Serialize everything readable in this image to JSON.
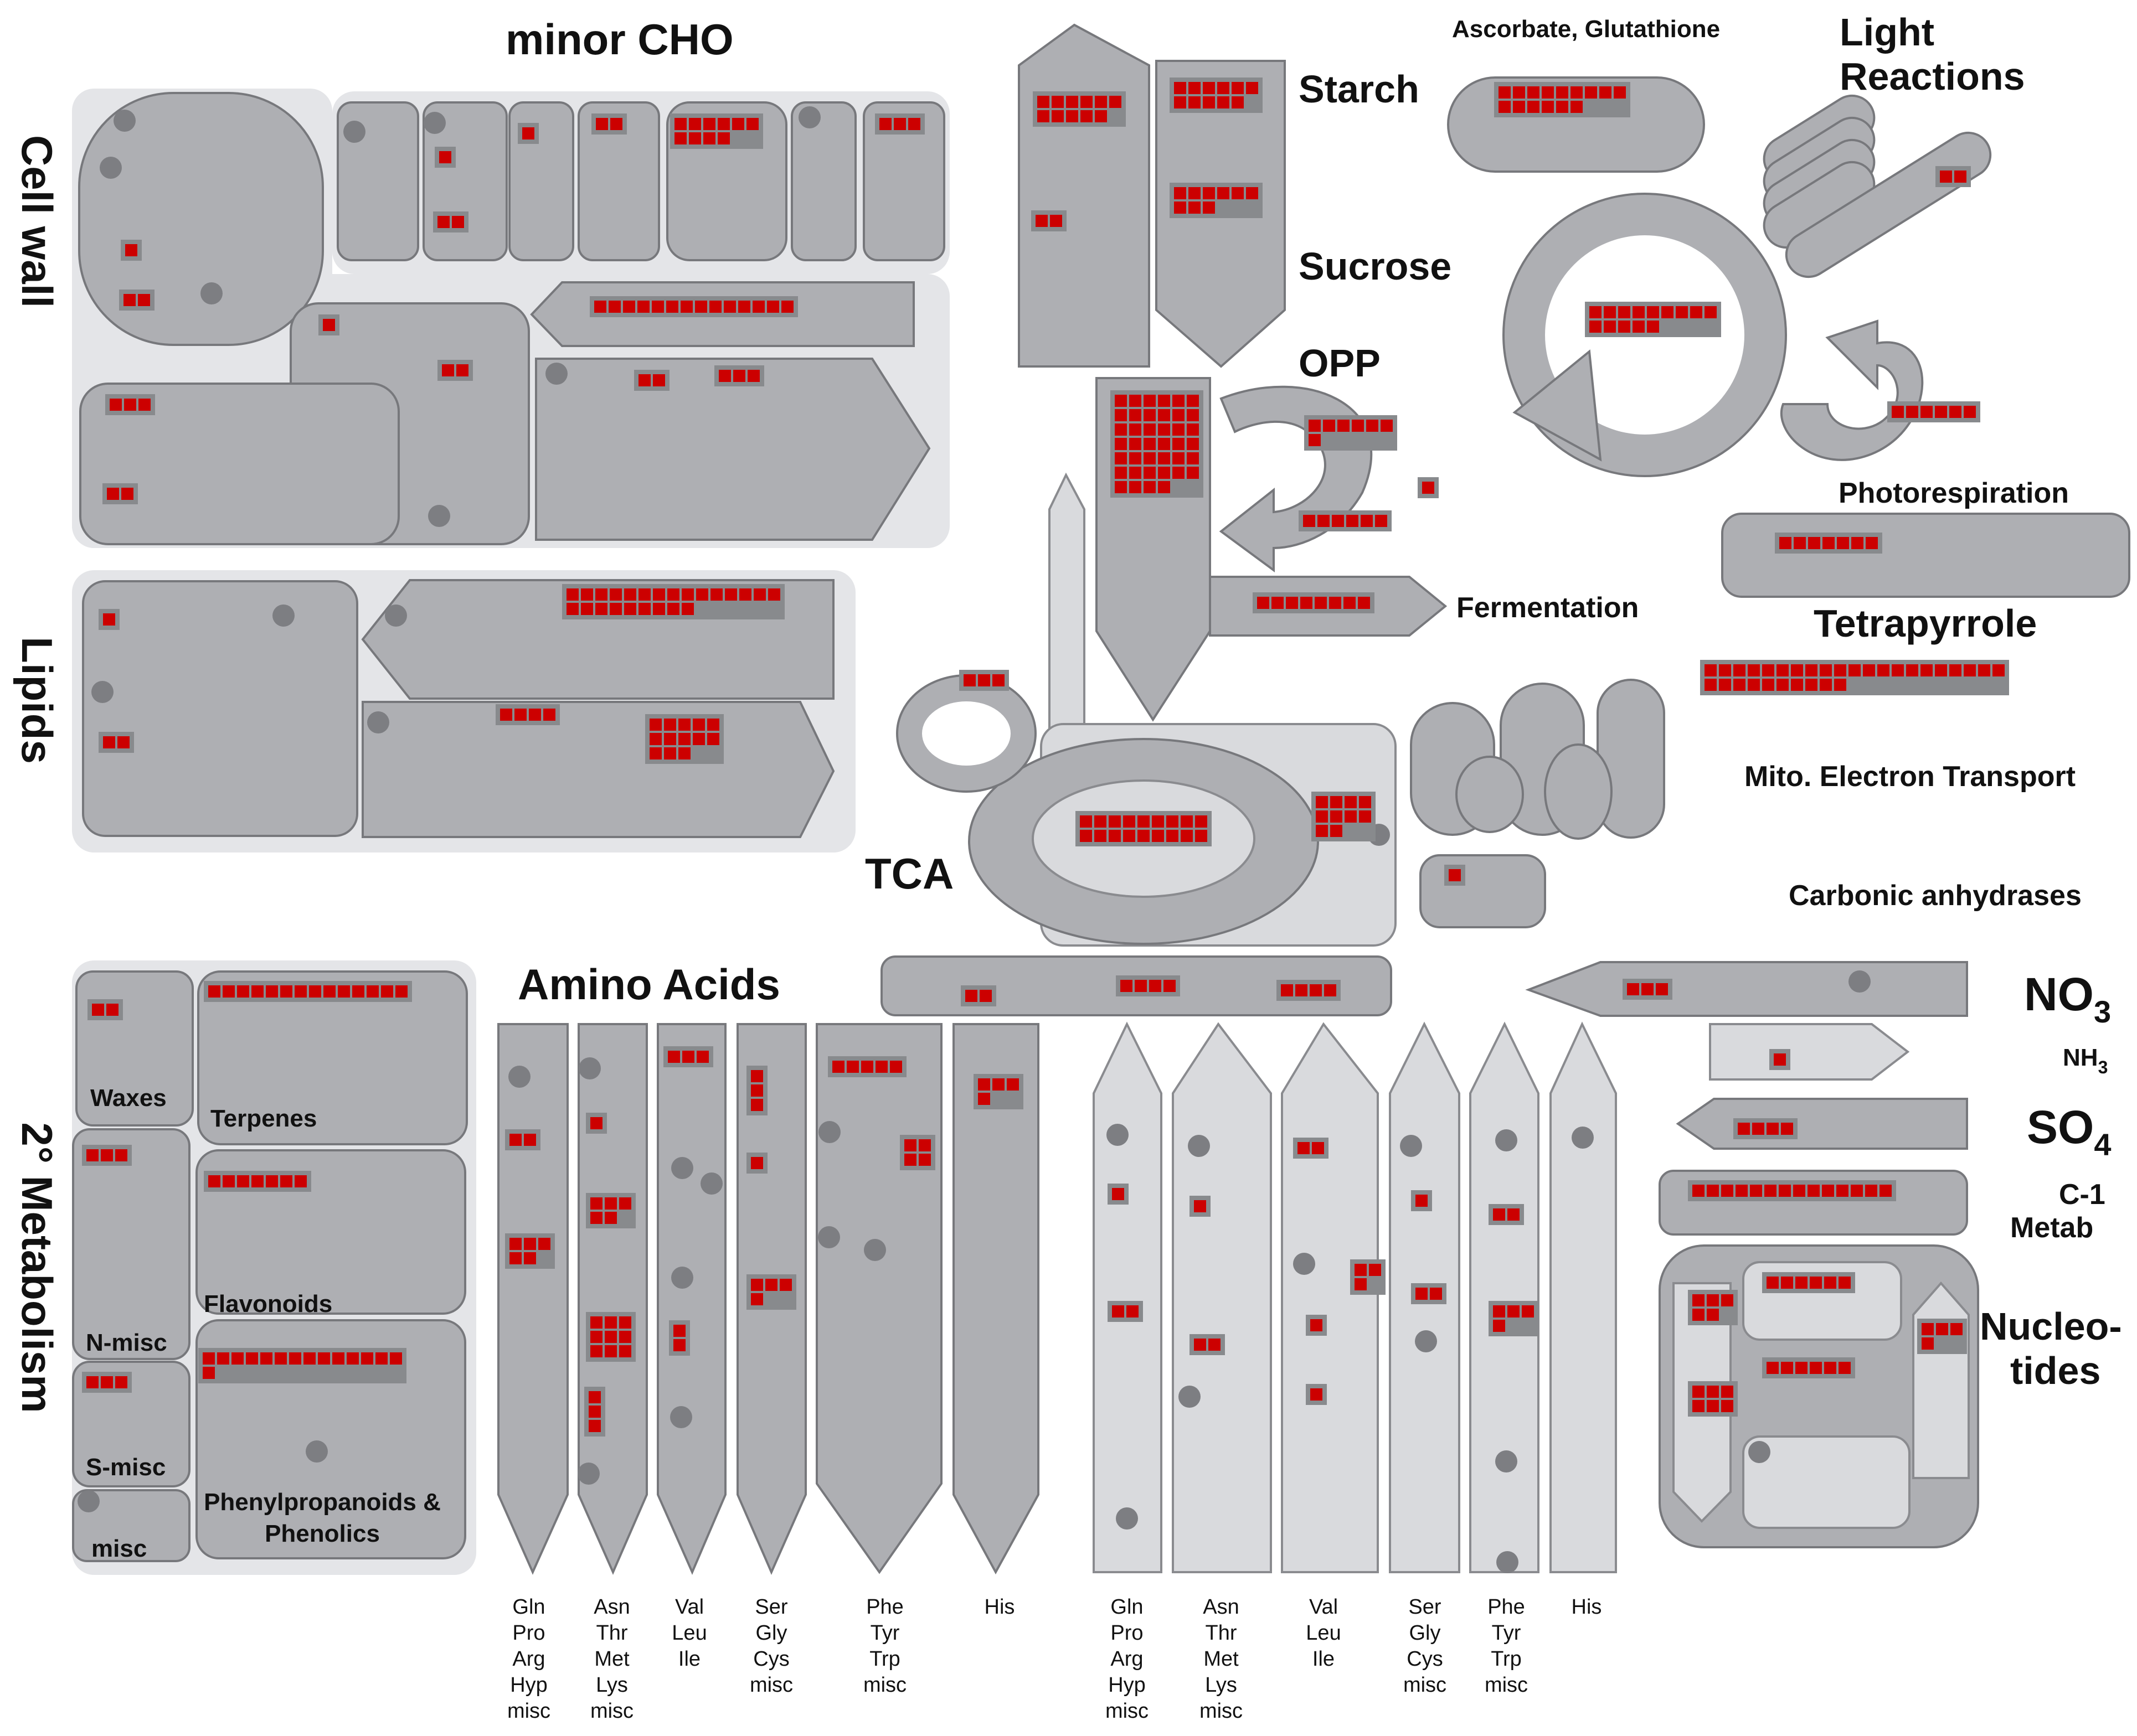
{
  "labels": {
    "minor_cho": "minor CHO",
    "cell_wall": "Cell wall",
    "lipids": "Lipids",
    "secondary_metabolism": "2° Metabolism",
    "starch": "Starch",
    "sucrose": "Sucrose",
    "opp": "OPP",
    "ascorbate": "Ascorbate, Glutathione",
    "light_reactions_1": "Light",
    "light_reactions_2": "Reactions",
    "photorespiration": "Photorespiration",
    "fermentation": "Fermentation",
    "tetrapyrrole": "Tetrapyrrole",
    "mito_electron_transport": "Mito. Electron Transport",
    "tca": "TCA",
    "carbonic_anhydrases": "Carbonic anhydrases",
    "amino_acids": "Amino Acids",
    "no3": "NO",
    "no3_sub": "3",
    "nh3": "NH",
    "nh3_sub": "3",
    "so4": "SO",
    "so4_sub": "4",
    "c1_metab_1": "C-1",
    "c1_metab_2": "Metab",
    "nucleotides_1": "Nucleo-",
    "nucleotides_2": "tides",
    "waxes": "Waxes",
    "terpenes": "Terpenes",
    "flavonoids": "Flavonoids",
    "n_misc": "N-misc",
    "s_misc": "S-misc",
    "misc": "misc",
    "phenylpropanoids_1": "Phenylpropanoids &",
    "phenylpropanoids_2": "Phenolics"
  },
  "amino_acid_groups_synthesis": [
    [
      "Gln",
      "Pro",
      "Arg",
      "Hyp",
      "misc"
    ],
    [
      "Asn",
      "Thr",
      "Met",
      "Lys",
      "misc"
    ],
    [
      "Val",
      "Leu",
      "Ile"
    ],
    [
      "Ser",
      "Gly",
      "Cys",
      "misc"
    ],
    [
      "Phe",
      "Tyr",
      "Trp",
      "misc"
    ],
    [
      "His"
    ]
  ],
  "amino_acid_groups_degradation": [
    [
      "Gln",
      "Pro",
      "Arg",
      "Hyp",
      "misc"
    ],
    [
      "Asn",
      "Thr",
      "Met",
      "Lys",
      "misc"
    ],
    [
      "Val",
      "Leu",
      "Ile"
    ],
    [
      "Ser",
      "Gly",
      "Cys",
      "misc"
    ],
    [
      "Phe",
      "Tyr",
      "Trp",
      "misc"
    ],
    [
      "His"
    ]
  ],
  "colors": {
    "panel": "#e4e5e8",
    "box": "#aeafb3",
    "box_light": "#d9dadd",
    "marker": "#cc0000",
    "marker_frame": "#888a8d",
    "no_data_dot": "#7d7e82"
  }
}
